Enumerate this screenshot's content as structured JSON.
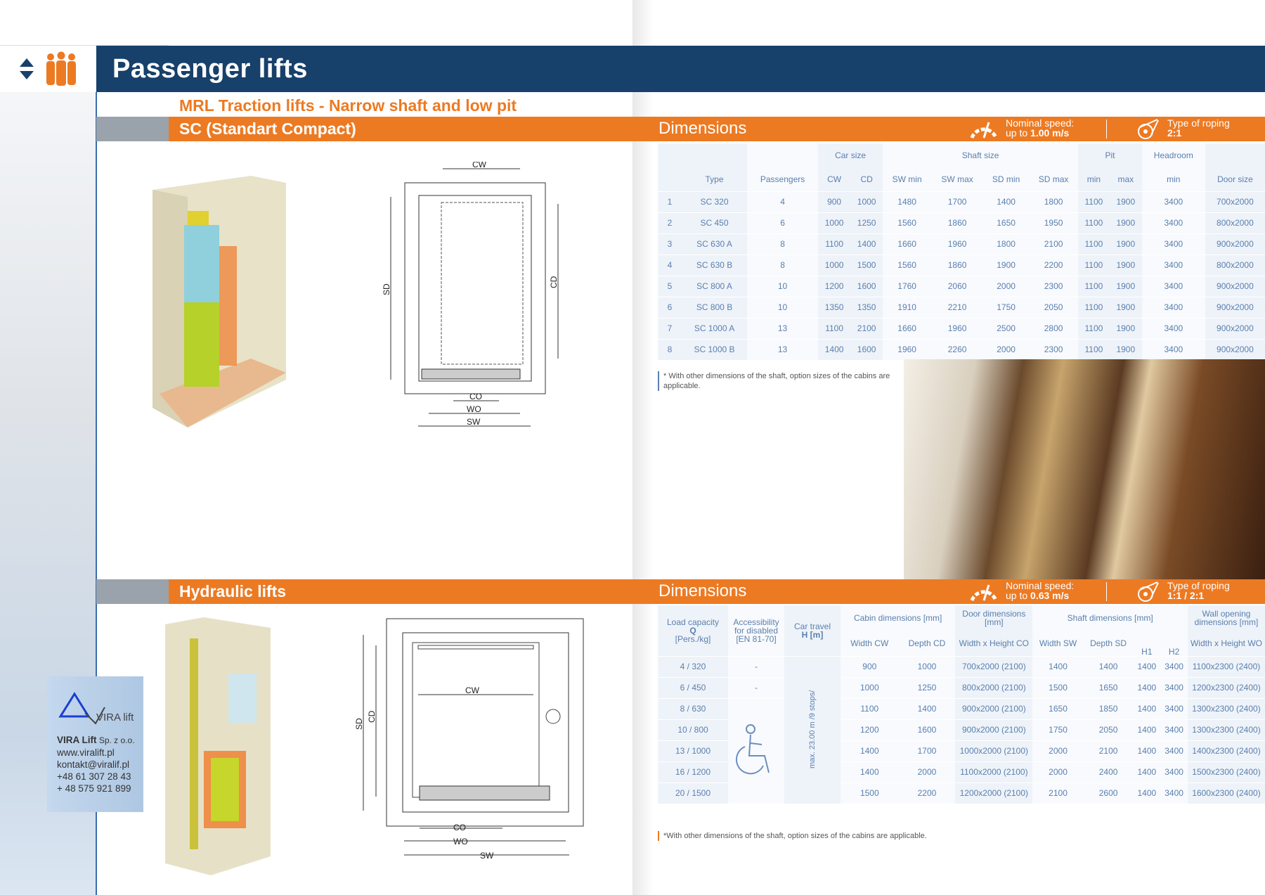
{
  "header": {
    "title": "Passenger lifts"
  },
  "subtitle": "MRL Traction lifts - Narrow shaft and low pit",
  "section1": {
    "title": "SC (Standart Compact)",
    "dims": "Dimensions",
    "speed_label": "Nominal speed:",
    "speed_prefix": "up to ",
    "speed_value": "1.00 m/s",
    "roping_label": "Type of roping",
    "roping_value": "2:1"
  },
  "drawing1": {
    "cw": "CW",
    "cd": "CD",
    "sd": "SD",
    "co": "CO",
    "wo": "WO",
    "sw": "SW"
  },
  "table1": {
    "group_headers": {
      "car": "Car size",
      "shaft": "Shaft size",
      "pit": "Pit",
      "headroom": "Headroom"
    },
    "headers": [
      "",
      "Type",
      "Passengers",
      "CW",
      "CD",
      "SW min",
      "SW max",
      "SD min",
      "SD max",
      "min",
      "max",
      "min",
      "Door size"
    ],
    "rows": [
      [
        "1",
        "SC 320",
        "4",
        "900",
        "1000",
        "1480",
        "1700",
        "1400",
        "1800",
        "1100",
        "1900",
        "3400",
        "700x2000"
      ],
      [
        "2",
        "SC 450",
        "6",
        "1000",
        "1250",
        "1560",
        "1860",
        "1650",
        "1950",
        "1100",
        "1900",
        "3400",
        "800x2000"
      ],
      [
        "3",
        "SC 630 A",
        "8",
        "1100",
        "1400",
        "1660",
        "1960",
        "1800",
        "2100",
        "1100",
        "1900",
        "3400",
        "900x2000"
      ],
      [
        "4",
        "SC 630 B",
        "8",
        "1000",
        "1500",
        "1560",
        "1860",
        "1900",
        "2200",
        "1100",
        "1900",
        "3400",
        "800x2000"
      ],
      [
        "5",
        "SC 800 A",
        "10",
        "1200",
        "1600",
        "1760",
        "2060",
        "2000",
        "2300",
        "1100",
        "1900",
        "3400",
        "900x2000"
      ],
      [
        "6",
        "SC 800 B",
        "10",
        "1350",
        "1350",
        "1910",
        "2210",
        "1750",
        "2050",
        "1100",
        "1900",
        "3400",
        "900x2000"
      ],
      [
        "7",
        "SC 1000 A",
        "13",
        "1100",
        "2100",
        "1660",
        "1960",
        "2500",
        "2800",
        "1100",
        "1900",
        "3400",
        "900x2000"
      ],
      [
        "8",
        "SC 1000 B",
        "13",
        "1400",
        "1600",
        "1960",
        "2260",
        "2000",
        "2300",
        "1100",
        "1900",
        "3400",
        "900x2000"
      ]
    ]
  },
  "note1": "* With other dimensions of the shaft, option sizes of the cabins are applicable.",
  "section2": {
    "title": "Hydraulic lifts",
    "dims": "Dimensions",
    "speed_label": "Nominal speed:",
    "speed_prefix": "up to ",
    "speed_value": "0.63 m/s",
    "roping_label": "Type of roping",
    "roping_value": "1:1 / 2:1"
  },
  "drawing2": {
    "cw": "CW",
    "cd": "CD",
    "sd": "SD",
    "co": "CO",
    "wo": "WO",
    "sw": "SW"
  },
  "table2": {
    "h_load": "Load capacity",
    "h_q": "Q",
    "h_pers": "[Pers./kg]",
    "h_access": "Accessibility for disabled [EN 81-70]",
    "h_travel": "Car travel",
    "h_h": "H [m]",
    "h_cabin": "Cabin dimensions [mm]",
    "h_door": "Door dimensions [mm]",
    "h_shaft": "Shaft dimensions [mm]",
    "h_wall": "Wall opening dimensions [mm]",
    "sub": [
      "Width CW",
      "Depth CD",
      "Width x Height CO",
      "Width SW",
      "Depth SD",
      "H1",
      "H2",
      "Width x Height WO"
    ],
    "travel_value": "max. 23.00 m /9 stops/",
    "rows": [
      {
        "load": "4 / 320",
        "access": "-",
        "cells": [
          "900",
          "1000",
          "700x2000 (2100)",
          "1400",
          "1400",
          "1400",
          "3400",
          "1100x2300 (2400)"
        ]
      },
      {
        "load": "6 / 450",
        "access": "-",
        "cells": [
          "1000",
          "1250",
          "800x2000 (2100)",
          "1500",
          "1650",
          "1400",
          "3400",
          "1200x2300 (2400)"
        ]
      },
      {
        "load": "8 / 630",
        "access": "",
        "cells": [
          "1100",
          "1400",
          "900x2000 (2100)",
          "1650",
          "1850",
          "1400",
          "3400",
          "1300x2300 (2400)"
        ]
      },
      {
        "load": "10 / 800",
        "access": "",
        "cells": [
          "1200",
          "1600",
          "900x2000 (2100)",
          "1750",
          "2050",
          "1400",
          "3400",
          "1300x2300 (2400)"
        ]
      },
      {
        "load": "13 / 1000",
        "access": "",
        "cells": [
          "1400",
          "1700",
          "1000x2000 (2100)",
          "2000",
          "2100",
          "1400",
          "3400",
          "1400x2300 (2400)"
        ]
      },
      {
        "load": "16 / 1200",
        "access": "",
        "cells": [
          "1400",
          "2000",
          "1100x2000 (2100)",
          "2000",
          "2400",
          "1400",
          "3400",
          "1500x2300 (2400)"
        ]
      },
      {
        "load": "20 / 1500",
        "access": "",
        "cells": [
          "1500",
          "2200",
          "1200x2000 (2100)",
          "2100",
          "2600",
          "1400",
          "3400",
          "1600x2300 (2400)"
        ]
      }
    ]
  },
  "note2": "*With other dimensions of the shaft, option sizes of the cabins are applicable.",
  "contact": {
    "logo_text": "VIRA lift",
    "company": "VIRA Lift",
    "company_suffix": " Sp. z o.o.",
    "web": "www.viralift.pl",
    "email": "kontakt@viralif.pl",
    "phone1": "+48 61 307 28 43",
    "phone2": "+ 48 575 921 899"
  },
  "colors": {
    "orange": "#ec7a23",
    "navy": "#17406b",
    "text": "#5a7fae"
  }
}
